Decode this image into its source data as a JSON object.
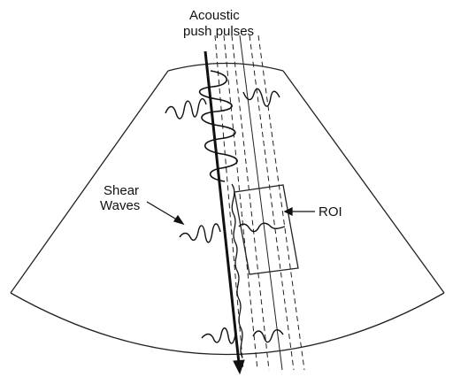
{
  "labels": {
    "push_line1": "Acoustic",
    "push_line2": "push pulses",
    "shear_line1": "Shear",
    "shear_line2": "Waves",
    "roi": "ROI"
  },
  "colors": {
    "ink": "#111111",
    "background": "#ffffff"
  }
}
